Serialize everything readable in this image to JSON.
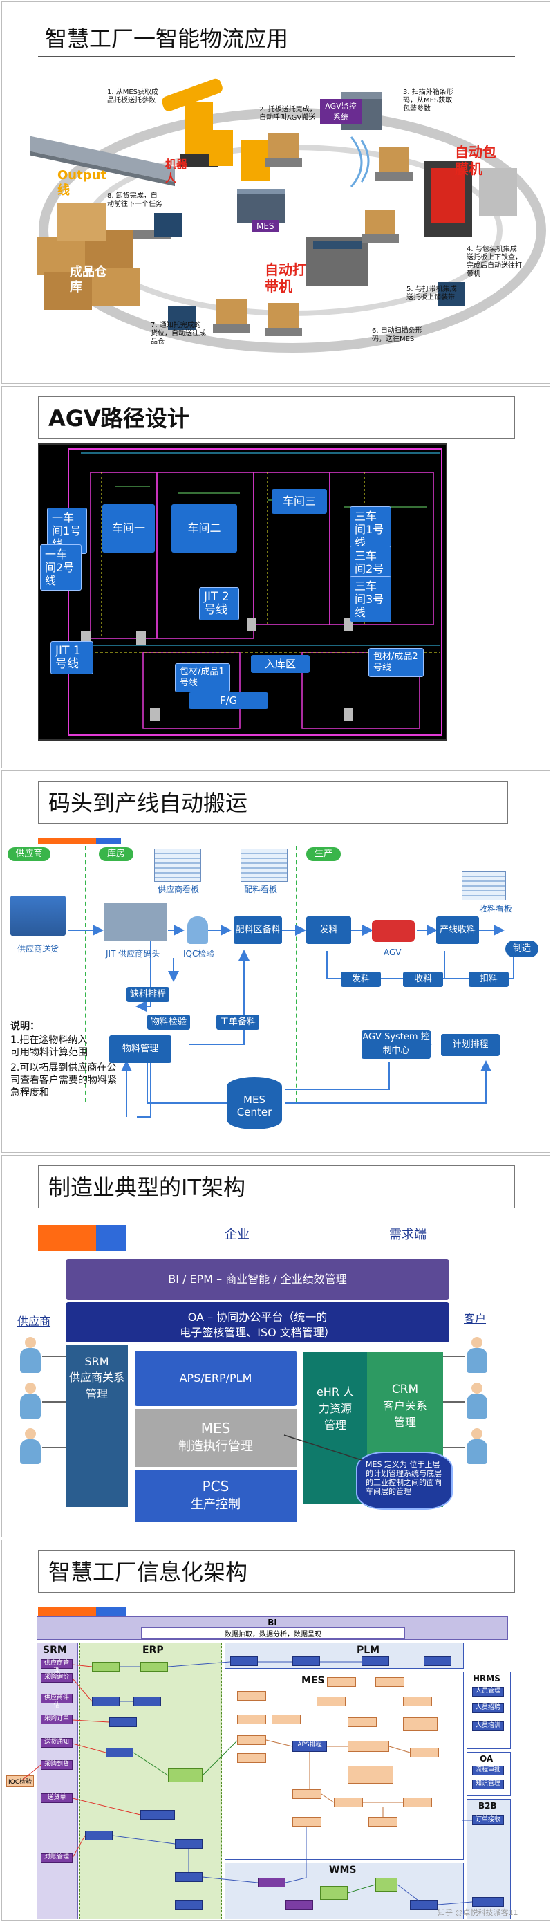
{
  "slide1": {
    "title": "智慧工厂一智能物流应用",
    "callouts": {
      "c1": "1. 从MES获取成品托板送托参数",
      "c2": "2. 托板送托完成，自动呼叫AGV搬送",
      "c3": "3. 扫描外箱条形码，从MES获取包装参数",
      "c4": "4. 与包装机集成送托板上下铁盒，完成后自动送往打带机",
      "c5": "5. 与打带机集成送托板上铺装带",
      "c6": "6. 自动扫描条形码，送往MES",
      "c7": "7. 通知托完成的货位，自动送往成品仓",
      "c8": "8. 卸货完成，自动前往下一个任务"
    },
    "labels": {
      "agv_server": "AGV监控系统",
      "mes": "MES",
      "output": "Output线",
      "packing": "自动包膜机",
      "strapping": "自动打带机",
      "warehouse": "成品仓库",
      "robot": "机器人"
    }
  },
  "slide2": {
    "title": "AGV路径设计",
    "areas": {
      "workshop1": "车间一",
      "workshop2": "车间二",
      "workshop3": "车间三",
      "warehouse_in": "入库区",
      "fg": "F/G"
    },
    "buttons": {
      "w1_line1": "一车间1号线",
      "w1_line2": "一车间2号线",
      "w3_line1": "三车间1号线",
      "w3_line2": "三车间2号线",
      "w3_line3": "三车间3号线",
      "jit2": "JIT 2号线",
      "jit1": "JIT 1号线",
      "pack1": "包材/成品1号线",
      "pack2": "包材/成品2号线"
    }
  },
  "slide3": {
    "title": "码头到产线自动搬运",
    "zones": {
      "supplier": "供应商",
      "warehouse": "库房",
      "production": "生产"
    },
    "boxes": {
      "supplier_delivery": "供应商送货",
      "jit_dock": "JIT 供应商码头",
      "iqc": "IQC检验",
      "supplier_board": "供应商看板",
      "dispatch_board": "配料看板",
      "staging": "配料区备料",
      "send": "发料",
      "agv": "AGV",
      "line_receive": "产线收料",
      "manufacture": "制造",
      "receive_board": "收料看板",
      "shortage": "缺料排程",
      "material_inspect": "物料检验",
      "order_prep": "工单备料",
      "material_mgmt": "物料管理",
      "agv_system": "AGV System 控制中心",
      "plan_schedule": "计划排程",
      "mes_center": "MES Center",
      "send2": "发料",
      "receive2": "收料",
      "deduct": "扣料"
    },
    "notes_title": "说明：",
    "notes": [
      "1.把在途物料纳入可用物料计算范围",
      "2.可以拓展到供应商在公司查看客户需要的物料紧急程度和"
    ]
  },
  "slide4": {
    "title": "制造业典型的IT架构",
    "enterprise": "企业",
    "demand": "需求端",
    "supplier": "供应商",
    "customer": "客户",
    "bi": "BI / EPM – 商业智能 / 企业绩效管理",
    "oa_line1": "OA – 协同办公平台（统一的",
    "oa_line2": "电子签核管理、ISO 文档管理）",
    "srm_line1": "SRM",
    "srm_line2": "供应商关系",
    "srm_line3": "管理",
    "aps": "APS/ERP/PLM",
    "mes_line1": "MES",
    "mes_line2": "制造执行管理",
    "pcs_line1": "PCS",
    "pcs_line2": "生产控制",
    "ehr_line1": "eHR 人",
    "ehr_line2": "力资源",
    "ehr_line3": "管理",
    "crm_line1": "CRM",
    "crm_line2": "客户关系",
    "crm_line3": "管理",
    "bubble": "MES 定义为 位于上层的计划管理系统与底层的工业控制之间的面向车间层的管理"
  },
  "slide5": {
    "title": "智慧工厂信息化架构",
    "bi": "BI",
    "bi_sub": "数据抽取，数据分析，数据呈现",
    "srm": "SRM",
    "erp": "ERP",
    "plm": "PLM",
    "mes": "MES",
    "wms": "WMS",
    "hrms": "HRMS",
    "oa": "OA",
    "b2b": "B2B",
    "aps": "APS排程",
    "iqc": "IQC检验",
    "srm_items": [
      "供应商管理",
      "采购询价",
      "供应商评估",
      "采购订单",
      "送货通知",
      "采购到货",
      "送货单",
      "对账管理"
    ],
    "hrms_items": [
      "人员管理",
      "人员招聘",
      "人员培训"
    ],
    "oa_items": [
      "流程审批",
      "知识管理"
    ],
    "b2b_items": [
      "订单接收"
    ],
    "watermark": "知乎 @卓悦科技派客11"
  },
  "colors": {
    "orange": "#ff6a13",
    "blue": "#2f6ad9",
    "dark_blue": "#1f3a93",
    "purple": "#5c3a8f"
  }
}
